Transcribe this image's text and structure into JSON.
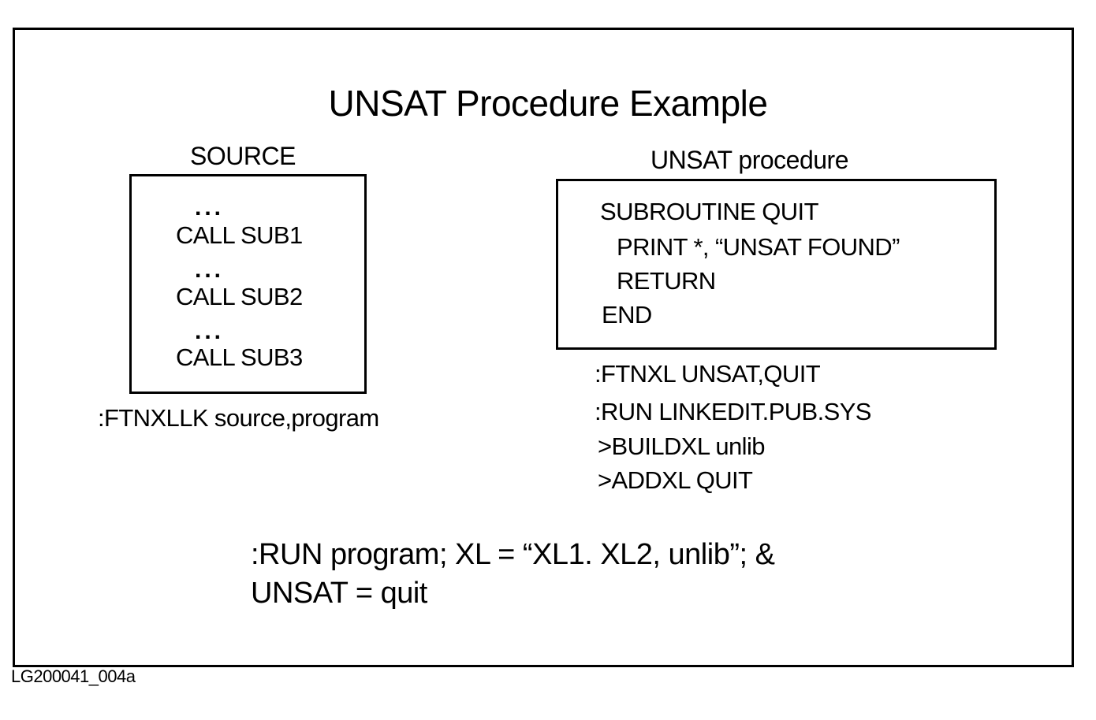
{
  "title": "UNSAT Procedure Example",
  "source": {
    "label": "SOURCE",
    "ellipsis": "...",
    "calls": [
      "CALL SUB1",
      "CALL SUB2",
      "CALL SUB3"
    ],
    "command": ":FTNXLLK source,program"
  },
  "unsat_procedure": {
    "label": "UNSAT procedure",
    "code": [
      "SUBROUTINE QUIT",
      "PRINT *, “UNSAT FOUND”",
      "RETURN",
      "END"
    ],
    "commands": [
      ":FTNXL UNSAT,QUIT",
      ":RUN LINKEDIT.PUB.SYS",
      ">BUILDXL unlib",
      ">ADDXL QUIT"
    ]
  },
  "run_command": {
    "line1": ":RUN program; XL = “XL1. XL2, unlib”; &",
    "line2": "UNSAT = quit"
  },
  "figure_id": "LG200041_004a"
}
